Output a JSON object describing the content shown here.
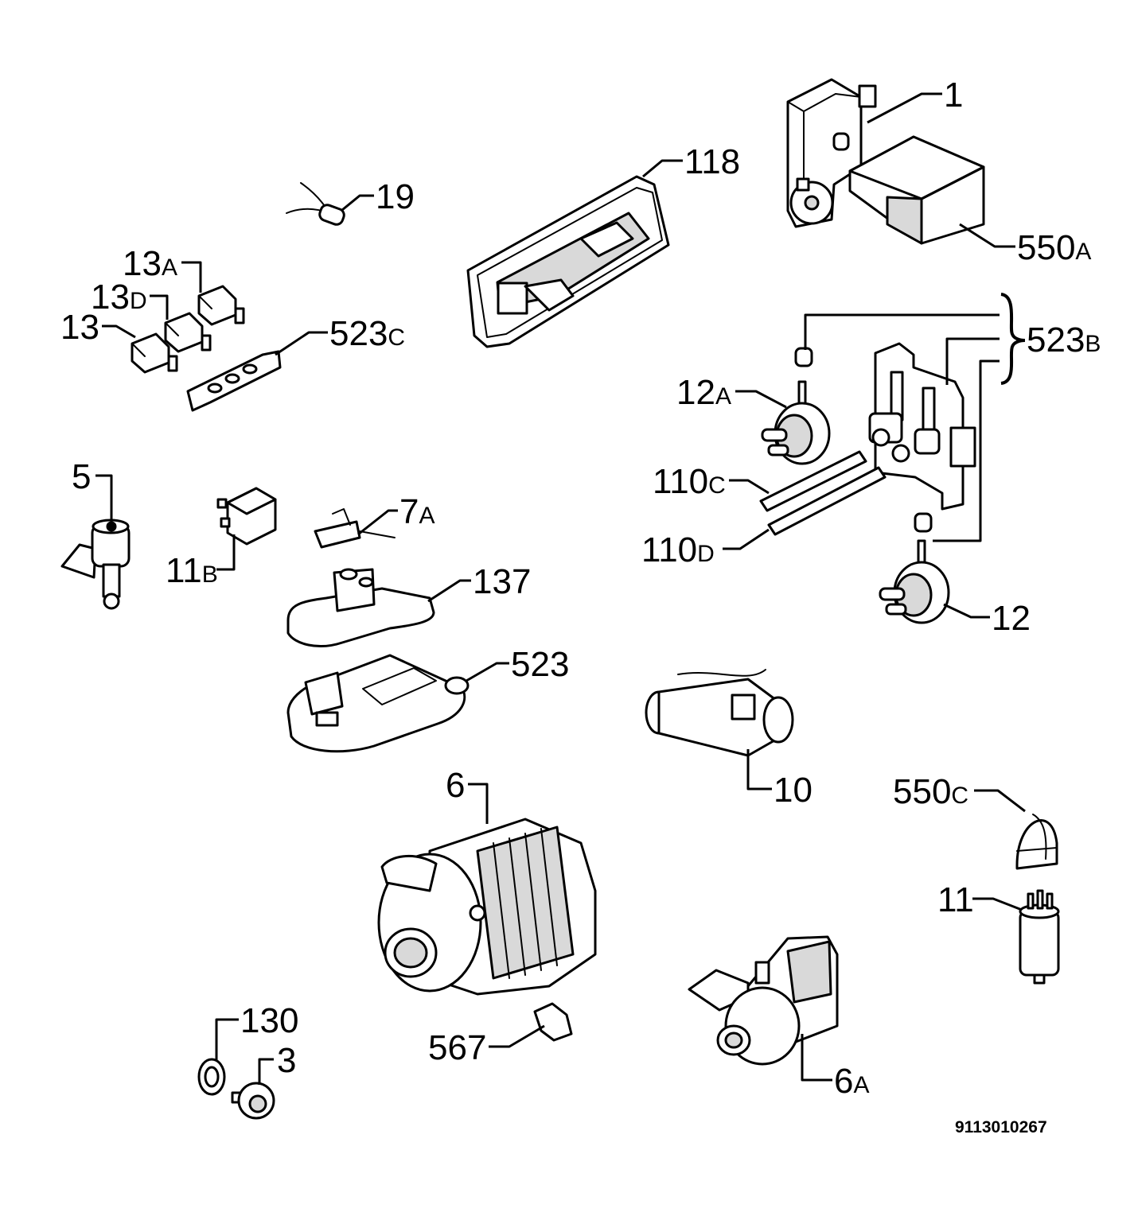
{
  "callouts": [
    {
      "id": "1",
      "num": "1",
      "suffix": ""
    },
    {
      "id": "118",
      "num": "118",
      "suffix": ""
    },
    {
      "id": "19",
      "num": "19",
      "suffix": ""
    },
    {
      "id": "550A",
      "num": "550",
      "suffix": "A"
    },
    {
      "id": "13A",
      "num": "13",
      "suffix": "A"
    },
    {
      "id": "13D",
      "num": "13",
      "suffix": "D"
    },
    {
      "id": "13",
      "num": "13",
      "suffix": ""
    },
    {
      "id": "523C",
      "num": "523",
      "suffix": "C"
    },
    {
      "id": "523B",
      "num": "523",
      "suffix": "B"
    },
    {
      "id": "12A",
      "num": "12",
      "suffix": "A"
    },
    {
      "id": "5",
      "num": "5",
      "suffix": ""
    },
    {
      "id": "110C",
      "num": "110",
      "suffix": "C"
    },
    {
      "id": "7A",
      "num": "7",
      "suffix": "A"
    },
    {
      "id": "110D",
      "num": "110",
      "suffix": "D"
    },
    {
      "id": "11B",
      "num": "11",
      "suffix": "B"
    },
    {
      "id": "137",
      "num": "137",
      "suffix": ""
    },
    {
      "id": "12",
      "num": "12",
      "suffix": ""
    },
    {
      "id": "523",
      "num": "523",
      "suffix": ""
    },
    {
      "id": "10",
      "num": "10",
      "suffix": ""
    },
    {
      "id": "6",
      "num": "6",
      "suffix": ""
    },
    {
      "id": "550C",
      "num": "550",
      "suffix": "C"
    },
    {
      "id": "11",
      "num": "11",
      "suffix": ""
    },
    {
      "id": "130",
      "num": "130",
      "suffix": ""
    },
    {
      "id": "3",
      "num": "3",
      "suffix": ""
    },
    {
      "id": "567",
      "num": "567",
      "suffix": ""
    },
    {
      "id": "6A",
      "num": "6",
      "suffix": "A"
    }
  ],
  "diagram_code": "9113010267"
}
